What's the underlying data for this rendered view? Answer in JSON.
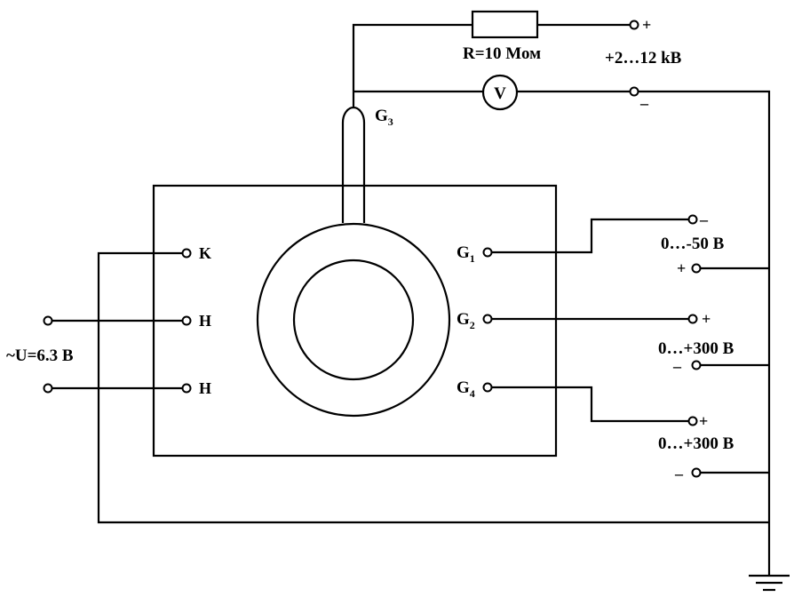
{
  "resistor": {
    "label": "R=10 Мом"
  },
  "hv_supply": {
    "plus": "+",
    "minus": "–",
    "range": "+2…12 kB"
  },
  "voltmeter": {
    "label": "V"
  },
  "electrodes": {
    "g3": {
      "letter": "G",
      "sub": "3"
    },
    "k": "K",
    "h1": "H",
    "h2": "H",
    "g1": {
      "letter": "G",
      "sub": "1"
    },
    "g2": {
      "letter": "G",
      "sub": "2"
    },
    "g4": {
      "letter": "G",
      "sub": "4"
    }
  },
  "heater_supply": {
    "label": "~U=6.3 B"
  },
  "supply_g1": {
    "minus": "–",
    "plus": "+",
    "range": "0…-50 B"
  },
  "supply_g2": {
    "plus": "+",
    "minus": "–",
    "range": "0…+300 B"
  },
  "supply_g4": {
    "plus": "+",
    "minus": "–",
    "range": "0…+300 B"
  }
}
